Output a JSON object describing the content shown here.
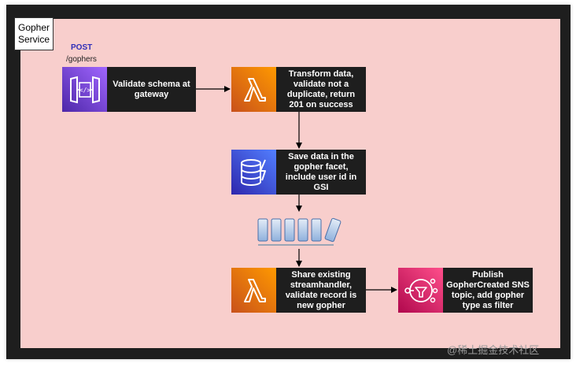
{
  "service_label": "Gopher Service",
  "endpoint": {
    "method": "POST",
    "path": "/gophers"
  },
  "steps": [
    {
      "icon": "api-gateway-icon",
      "text": "Validate schema at gateway"
    },
    {
      "icon": "lambda-icon",
      "text": "Transform data, validate not a duplicate, return 201 on success"
    },
    {
      "icon": "dynamodb-icon",
      "text": "Save data in the gopher facet, include user id in GSI"
    },
    {
      "icon": "dynamodb-stream-icon",
      "text": ""
    },
    {
      "icon": "lambda-icon",
      "text": "Share existing streamhandler, validate record is new gopher"
    },
    {
      "icon": "sns-icon",
      "text": "Publish GopherCreated SNS topic, add gopher type as filter"
    }
  ],
  "watermark": "@稀土掘金技术社区",
  "colors": {
    "background": "#f8cecc",
    "frame": "#1e1e1e",
    "api_gateway": "#8c4fff",
    "lambda": "#ed7100",
    "dynamodb": "#3b48cc",
    "sns": "#e7157b"
  }
}
